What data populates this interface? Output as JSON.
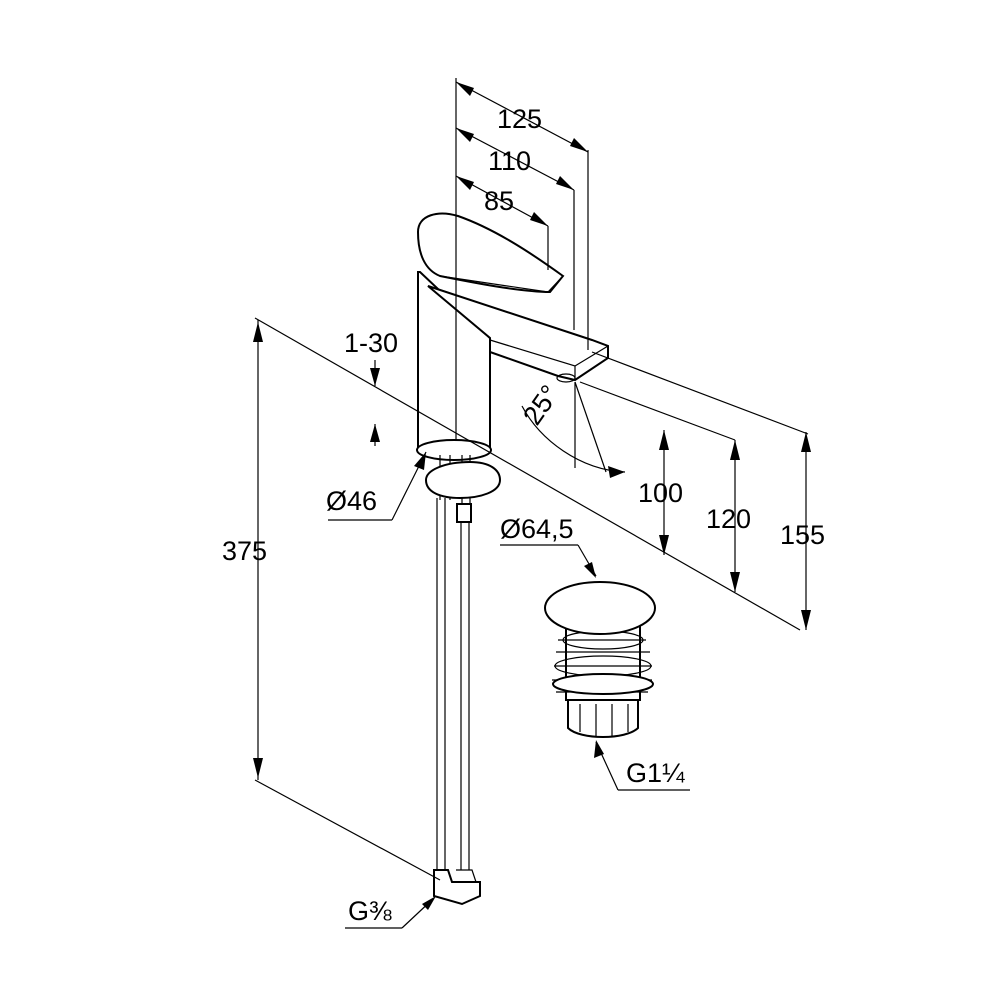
{
  "dimensions": {
    "width_125": "125",
    "width_110": "110",
    "width_85": "85",
    "deck_thickness": "1-30",
    "hole_diameter": "Ø46",
    "total_height": "375",
    "outlet_height_100": "100",
    "height_120": "120",
    "height_155": "155",
    "angle": "25°",
    "waste_diameter": "Ø64,5",
    "waste_thread": "G1¼",
    "hose_thread": "G⅜"
  },
  "colors": {
    "line": "#000000",
    "background": "#ffffff"
  }
}
